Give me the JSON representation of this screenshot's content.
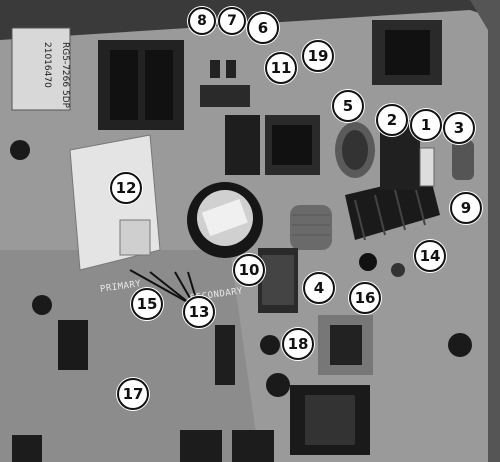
{
  "image": {
    "colors": {
      "board": "#9a9a9a",
      "board_dark": "#6b6b6b",
      "chassis": "#3a3a3a",
      "component_dark": "#1c1c1c",
      "callout_fill": "#ffffff",
      "callout_stroke": "#111111"
    },
    "callouts": [
      "1",
      "2",
      "3",
      "5",
      "6",
      "7",
      "8",
      "9",
      "10",
      "11",
      "12",
      "13",
      "14",
      "15",
      "16",
      "17",
      "18",
      "19",
      "4"
    ],
    "sticker_text_1": "RG5-7266 5DP",
    "sticker_text_2": "21016470",
    "silk_primary": "PRIMARY",
    "silk_secondary": "SECONDARY"
  }
}
